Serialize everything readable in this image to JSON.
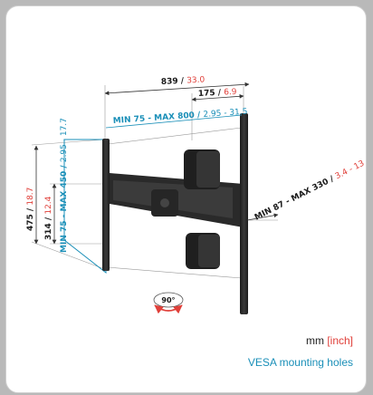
{
  "dimensions": {
    "overall_width": {
      "mm": "839",
      "sep": " / ",
      "inch": "33.0"
    },
    "arm_depth_min": {
      "mm": "175",
      "sep": " / ",
      "inch": "6.9"
    },
    "vesa_horizontal": {
      "mm": "MIN 75 - MAX 800",
      "sep": " / ",
      "inch": "2.95 - 31.5"
    },
    "overall_height": {
      "mm": "475",
      "sep": " / ",
      "inch": "18.7"
    },
    "plate_height": {
      "mm": "314",
      "sep": " / ",
      "inch": "12.4"
    },
    "vesa_vertical": {
      "mm": "MIN 75 - MAX 450",
      "sep": " / ",
      "inch": "2.95 - 17.7"
    },
    "wall_distance": {
      "mm": "MIN 87 - MAX 330",
      "sep": " / ",
      "inch": "3.4 - 13"
    }
  },
  "rotation": {
    "label": "90°"
  },
  "legend": {
    "mm": "mm",
    "inch": "[inch]",
    "vesa": "VESA mounting holes"
  },
  "colors": {
    "mm_text": "#1a1a1a",
    "inch_text": "#e0403a",
    "vesa_text": "#1a8fb8",
    "hardware": "#2b2b2b",
    "rotation_arrow": "#e0403a"
  }
}
